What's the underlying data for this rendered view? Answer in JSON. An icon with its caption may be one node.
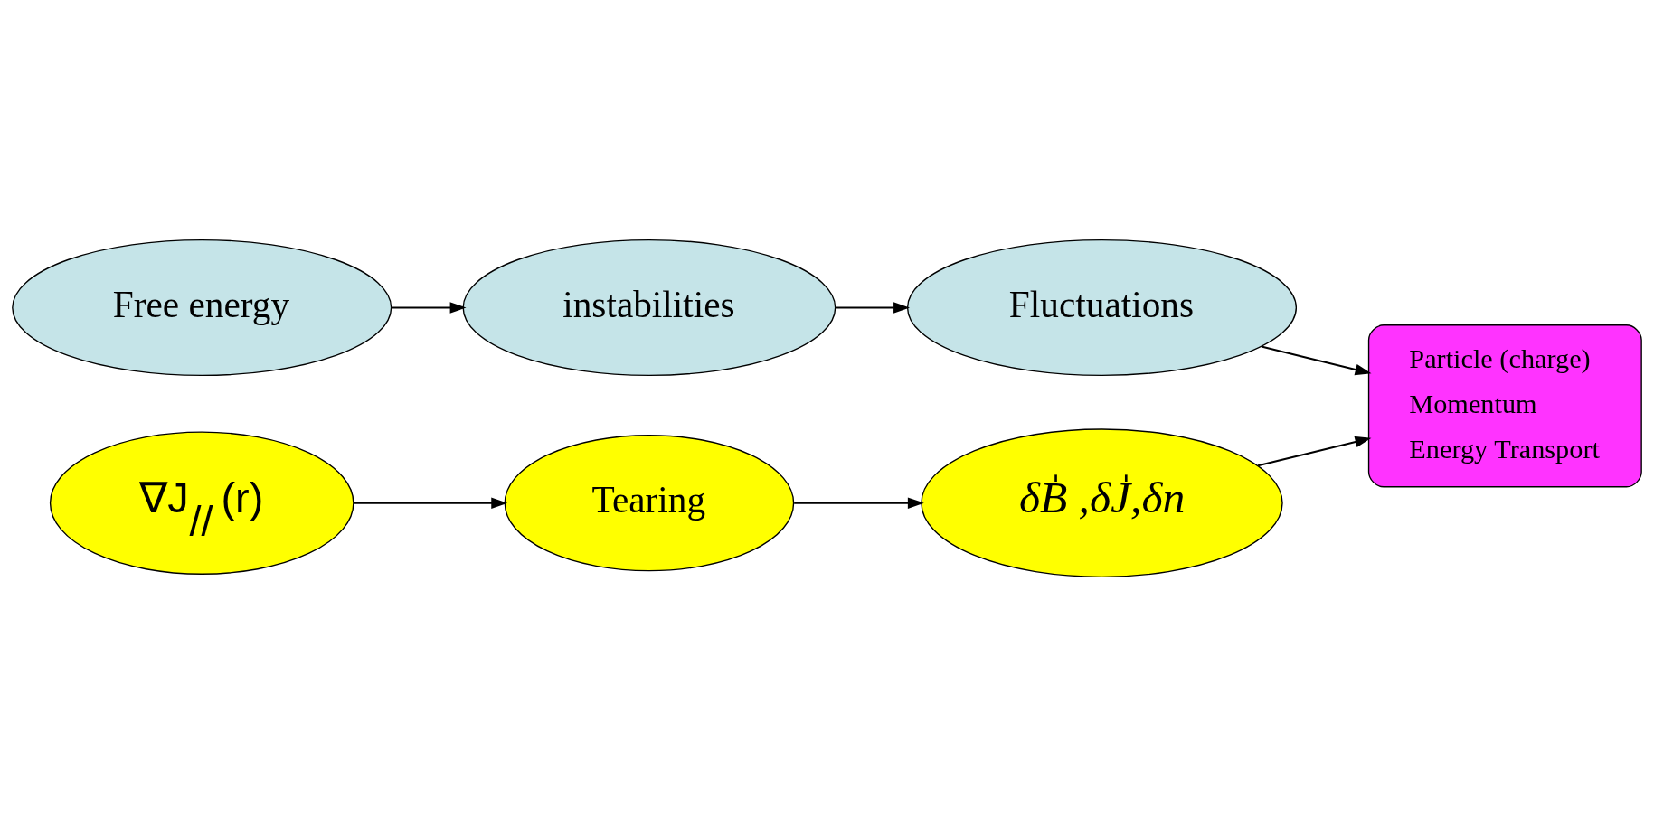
{
  "diagram": {
    "nodes": [
      {
        "text": [
          "Free energy"
        ]
      },
      {
        "text": [
          "instabilities"
        ]
      },
      {
        "text": [
          "Fluctuations"
        ]
      },
      {
        "text": [
          "Particle (charge)",
          "Momentum",
          "Energy Transport"
        ]
      },
      {
        "text": [
          "∇J$_{//}$ (r)"
        ]
      },
      {
        "text": [
          "Tearing"
        ]
      },
      {
        "text": [
          "δB̍ ,δJ̍,δn"
        ]
      }
    ],
    "edges": [
      {
        "from": 0,
        "to": 1,
        "arrow": "to"
      },
      {
        "from": 1,
        "to": 2,
        "arrow": "to"
      },
      {
        "from": 2,
        "to": 3,
        "arrow": "to"
      },
      {
        "from": 4,
        "to": 5,
        "arrow": "to"
      },
      {
        "from": 5,
        "to": 6,
        "arrow": "to"
      },
      {
        "from": 6,
        "to": 3,
        "arrow": "to"
      }
    ]
  }
}
